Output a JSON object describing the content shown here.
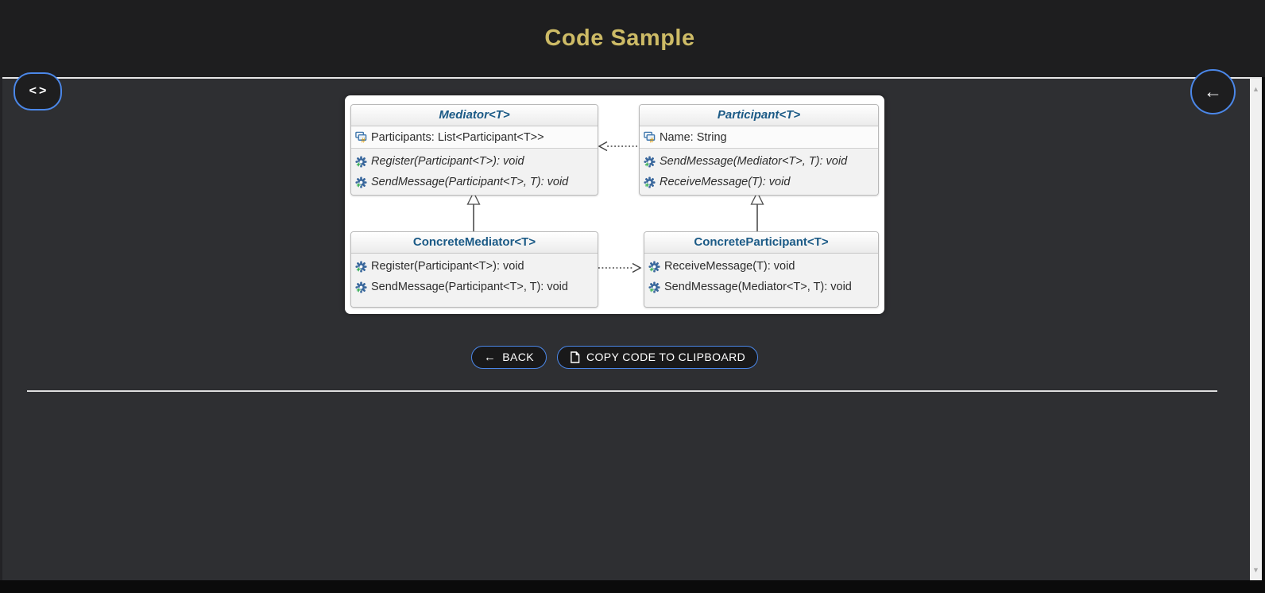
{
  "header": {
    "title": "Code Sample"
  },
  "icons": {
    "code_toggle": "<>",
    "back_arrow": "←",
    "scroll_up": "▲",
    "scroll_down": "▼"
  },
  "actions": {
    "back_label": "BACK",
    "copy_label": "COPY CODE TO CLIPBOARD"
  },
  "diagram": {
    "classes": [
      {
        "name": "Mediator<T>",
        "abstract": true,
        "properties": [
          {
            "label": "Participants: List<Participant<T>>"
          }
        ],
        "methods": [
          {
            "label": "Register(Participant<T>): void",
            "abstract": true
          },
          {
            "label": "SendMessage(Participant<T>, T): void",
            "abstract": true
          }
        ]
      },
      {
        "name": "Participant<T>",
        "abstract": true,
        "properties": [
          {
            "label": "Name: String"
          }
        ],
        "methods": [
          {
            "label": "SendMessage(Mediator<T>, T): void",
            "abstract": true
          },
          {
            "label": "ReceiveMessage(T): void",
            "abstract": true
          }
        ]
      },
      {
        "name": "ConcreteMediator<T>",
        "abstract": false,
        "properties": [],
        "methods": [
          {
            "label": "Register(Participant<T>): void",
            "abstract": false
          },
          {
            "label": "SendMessage(Participant<T>, T): void",
            "abstract": false
          }
        ]
      },
      {
        "name": "ConcreteParticipant<T>",
        "abstract": false,
        "properties": [],
        "methods": [
          {
            "label": "ReceiveMessage(T): void",
            "abstract": false
          },
          {
            "label": "SendMessage(Mediator<T>, T): void",
            "abstract": false
          }
        ]
      }
    ],
    "relations": [
      {
        "type": "inheritance",
        "from": "ConcreteMediator<T>",
        "to": "Mediator<T>"
      },
      {
        "type": "inheritance",
        "from": "ConcreteParticipant<T>",
        "to": "Participant<T>"
      },
      {
        "type": "dependency-dashed",
        "from": "Participant<T>",
        "to": "Mediator<T>"
      },
      {
        "type": "dependency-dashed",
        "from": "ConcreteMediator<T>",
        "to": "ConcreteParticipant<T>"
      }
    ]
  },
  "colors": {
    "accent_blue": "#4b87e8",
    "title_gold": "#cdbb66",
    "class_title_blue": "#1b5a86",
    "header_bg": "#1e1e1f",
    "content_bg": "#2e2f32"
  }
}
